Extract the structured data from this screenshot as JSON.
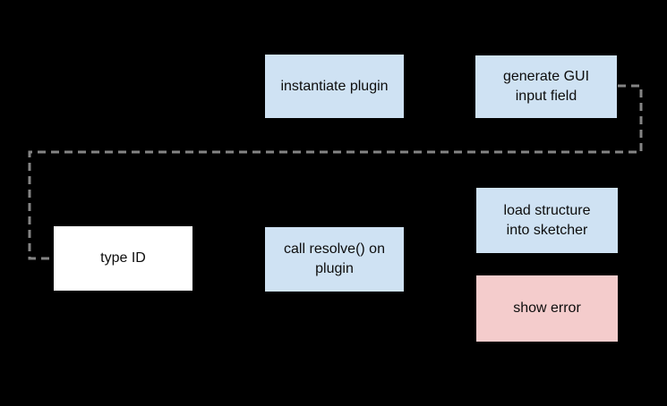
{
  "diagram": {
    "background_color": "#000000",
    "nodes": [
      {
        "id": "instantiate-plugin",
        "label": "instantiate plugin",
        "fill": "#cfe2f3"
      },
      {
        "id": "generate-gui-input-field",
        "label": "generate GUI\ninput field",
        "fill": "#cfe2f3"
      },
      {
        "id": "type-id",
        "label": "type ID",
        "fill": "#ffffff"
      },
      {
        "id": "call-resolve-on-plugin",
        "label": "call resolve() on\nplugin",
        "fill": "#cfe2f3"
      },
      {
        "id": "load-structure-into-sketcher",
        "label": "load structure\ninto sketcher",
        "fill": "#cfe2f3"
      },
      {
        "id": "show-error",
        "label": "show error",
        "fill": "#f4cccc"
      }
    ],
    "connector": {
      "style": "dashed",
      "color": "#848484",
      "from": "generate-gui-input-field",
      "to": "type-id"
    }
  }
}
